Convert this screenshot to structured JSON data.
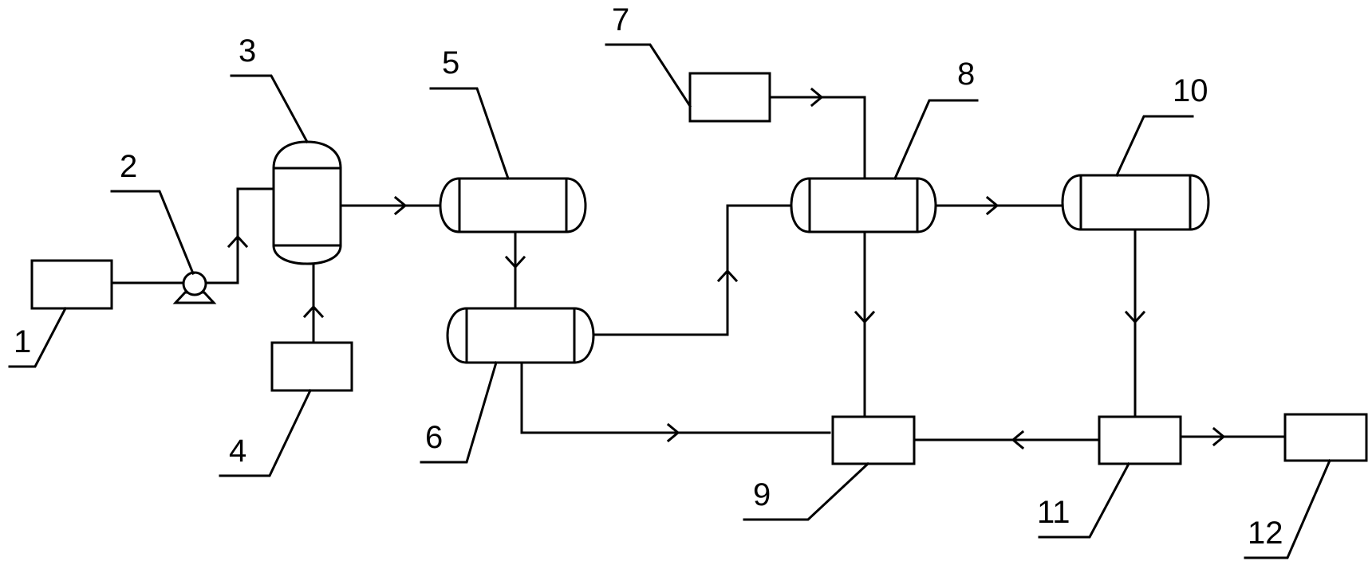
{
  "labels": {
    "l1": "1",
    "l2": "2",
    "l3": "3",
    "l4": "4",
    "l5": "5",
    "l6": "6",
    "l7": "7",
    "l8": "8",
    "l9": "9",
    "l10": "10",
    "l11": "11",
    "l12": "12"
  }
}
